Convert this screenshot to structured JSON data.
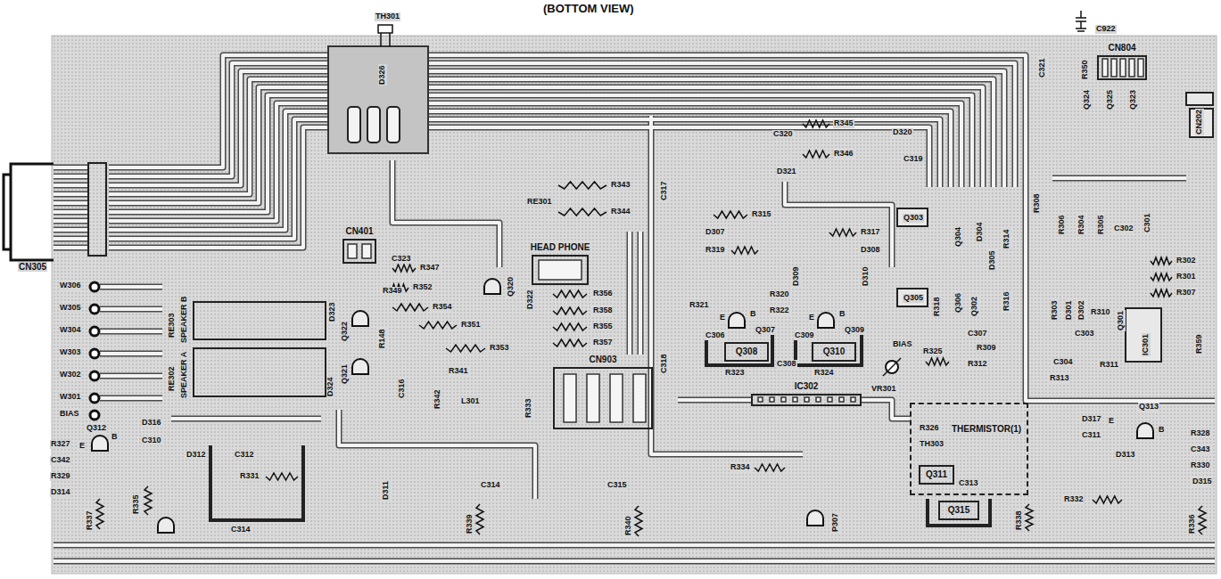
{
  "diagram": {
    "title": "(BOTTOM VIEW)",
    "nodes": [
      {
        "text": [
          "CN804"
        ]
      },
      {
        "text": [
          "CN305"
        ]
      },
      {
        "text": [
          "CN401"
        ]
      },
      {
        "text": [
          "HEAD PHONE"
        ]
      },
      {
        "text": [
          "RE303",
          "SPEAKER B"
        ]
      },
      {
        "text": [
          "Q308"
        ]
      },
      {
        "text": [
          "Q310"
        ]
      },
      {
        "text": [
          "RE302",
          "SPEAKER A"
        ]
      },
      {
        "text": [
          "CN903"
        ]
      },
      {
        "text": [
          "IC302"
        ]
      },
      {
        "text": [
          "THERMISTOR(1)"
        ]
      },
      {
        "text": [
          "Q311"
        ],
        "in": 10
      },
      {
        "text": [
          "Q315"
        ]
      }
    ],
    "labels": [
      "TH301",
      "C922",
      "D326",
      "C321",
      "R350",
      "Q324",
      "Q325",
      "Q323",
      "CN202",
      "R345",
      "R346",
      "C320",
      "D320",
      "C319",
      "D321",
      "R343",
      "R344",
      "RE301",
      "C323",
      "R315",
      "D307",
      "R319",
      "R317",
      "D308",
      "Q303",
      "Q305",
      "Q304",
      "D304",
      "D305",
      "R314",
      "R308",
      "R306",
      "R304",
      "R305",
      "C302",
      "C301",
      "R302",
      "R301",
      "R307",
      "Q306",
      "R316",
      "R318",
      "R303",
      "D301",
      "D302",
      "Q302",
      "Q301",
      "R310",
      "C307",
      "C303",
      "R309",
      "R312",
      "C304",
      "R313",
      "R311",
      "IC301",
      "R359",
      "D309",
      "R320",
      "R322",
      "D310",
      "R321",
      "Q307",
      "Q309",
      "C306",
      "C309",
      "R323",
      "C308",
      "R324",
      "C318",
      "C317",
      "W306",
      "W305",
      "W304",
      "W303",
      "W302",
      "W301",
      "BIAS",
      "Q312",
      "E",
      "B",
      "R327",
      "D316",
      "C310",
      "C342",
      "R329",
      "D314",
      "D312",
      "R335",
      "R331",
      "R337",
      "C312",
      "C314",
      "D311",
      "C314",
      "C315",
      "R334",
      "R339",
      "R340",
      "P307",
      "D323",
      "Q322",
      "R349",
      "R148",
      "Q321",
      "D324",
      "R347",
      "R352",
      "R354",
      "Q320",
      "D322",
      "R356",
      "R358",
      "R355",
      "R357",
      "R351",
      "R353",
      "C316",
      "R342",
      "R341",
      "L301",
      "R333",
      "BIAS",
      "VR301",
      "R325",
      "R326",
      "TH303",
      "C313",
      "D317",
      "E",
      "B",
      "Q313",
      "C311",
      "R328",
      "C343",
      "R330",
      "D313",
      "D315",
      "R332",
      "R338",
      "R336",
      "E",
      "B",
      "E",
      "B"
    ]
  }
}
